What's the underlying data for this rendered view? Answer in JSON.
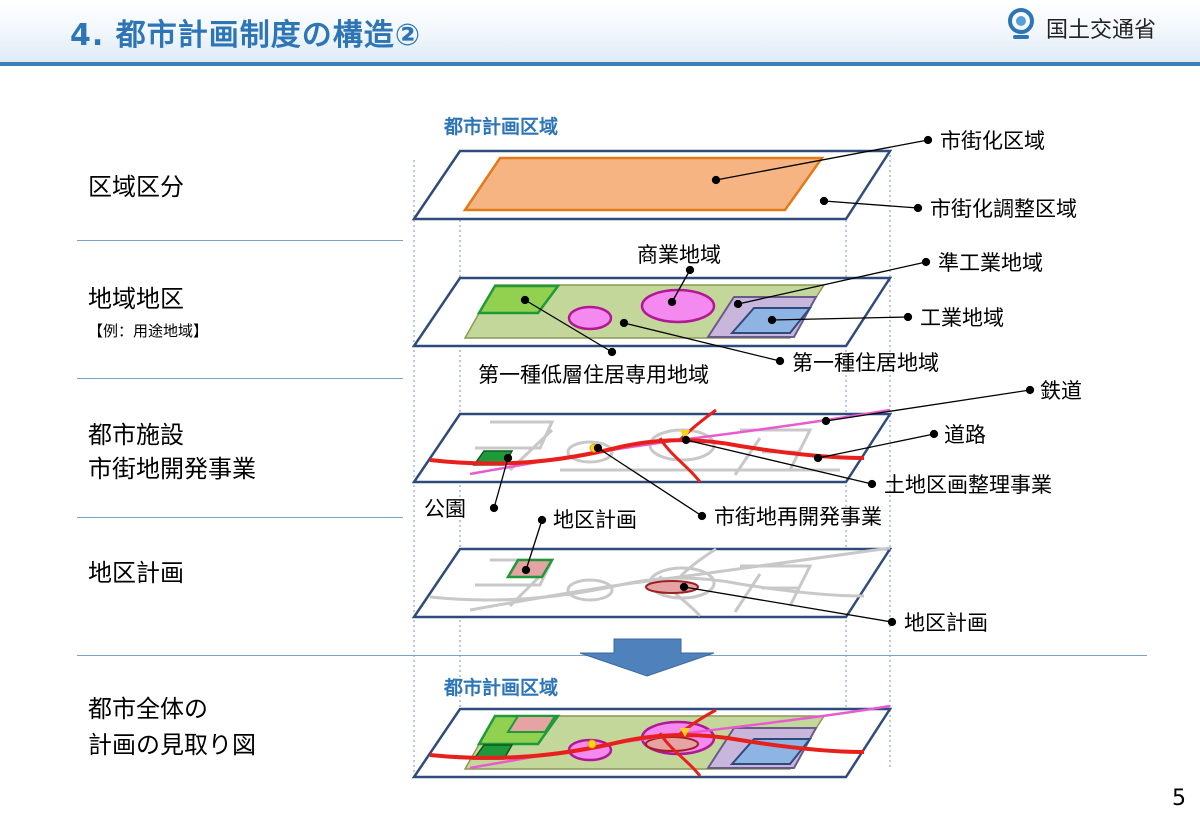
{
  "header": {
    "title": "4. 都市計画制度の構造②",
    "ministry": "国土交通省",
    "page_number": "5"
  },
  "rows": [
    {
      "label_lines": [
        "区域区分"
      ]
    },
    {
      "label_lines": [
        "地域地区"
      ],
      "sub": "【例：用途地域】"
    },
    {
      "label_lines": [
        "都市施設",
        "市街地開発事業"
      ]
    },
    {
      "label_lines": [
        "地区計画"
      ]
    },
    {
      "label_lines": [
        "都市全体の",
        "計画の見取り図"
      ]
    }
  ],
  "layer_titles": {
    "top": "都市計画区域",
    "bottom": "都市計画区域"
  },
  "callouts": {
    "shigaika_kuiki": "市街化区域",
    "shigaika_chosei": "市街化調整区域",
    "shogyo": "商業地域",
    "jun_kogyo": "準工業地域",
    "kogyo": "工業地域",
    "daiisshu_teiso": "第一種低層住居専用地域",
    "daiisshu_jukyo": "第一種住居地域",
    "tetsudo": "鉄道",
    "doro": "道路",
    "kukaku_seiri": "土地区画整理事業",
    "koen": "公園",
    "saikaihatsu": "市街地再開発事業",
    "chiku_keikaku_upper": "地区計画",
    "chiku_keikaku_lower": "地区計画"
  },
  "colors": {
    "title_blue": "#2e75b6",
    "layer_border": "#2f4b7c",
    "urbanization_area": "#f6b482",
    "residential": "#c4d79b",
    "low_rise_residential": "#92d050",
    "commercial": "#f48af0",
    "semi_industrial": "#c9b6dd",
    "industrial": "#8eb4e3",
    "road": "#e8201c",
    "railway": "#e85bd0",
    "park": "#1f9a3a",
    "district_plan": "#e6a3a3",
    "arrow": "#4f81bd"
  }
}
